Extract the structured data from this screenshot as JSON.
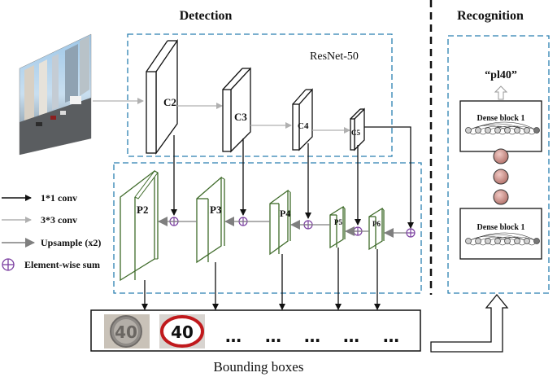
{
  "headers": {
    "detection": "Detection",
    "recognition": "Recognition"
  },
  "backbone": {
    "name": "ResNet-50",
    "stages": [
      "C2",
      "C3",
      "C4",
      "C5"
    ]
  },
  "pyramid": {
    "levels": [
      "P2",
      "P3",
      "P4",
      "P5",
      "P6"
    ]
  },
  "recognition": {
    "output": "“pl40”",
    "blocks": [
      "Dense block 1",
      "Dense block 1"
    ]
  },
  "legend": {
    "conv1": "1*1 conv",
    "conv3": "3*3 conv",
    "upsample": "Upsample (x2)",
    "sum": "Element-wise sum"
  },
  "detections": {
    "signs": [
      "40",
      "40"
    ],
    "ellipsis": [
      "…",
      "…",
      "…",
      "…",
      "…"
    ]
  },
  "caption": "Bounding boxes",
  "colors": {
    "dashed_box": "#2a7fb0",
    "pyramid_edge": "#3f6b2a",
    "sum_symbol": "#7b3fa0",
    "upsample_arrow": "#7f7f7f",
    "conv3_arrow": "#b0b0b0",
    "dense_node": "#c98a84"
  },
  "icons": {
    "input": "street-scene-image",
    "sum": "circled-plus-icon"
  }
}
